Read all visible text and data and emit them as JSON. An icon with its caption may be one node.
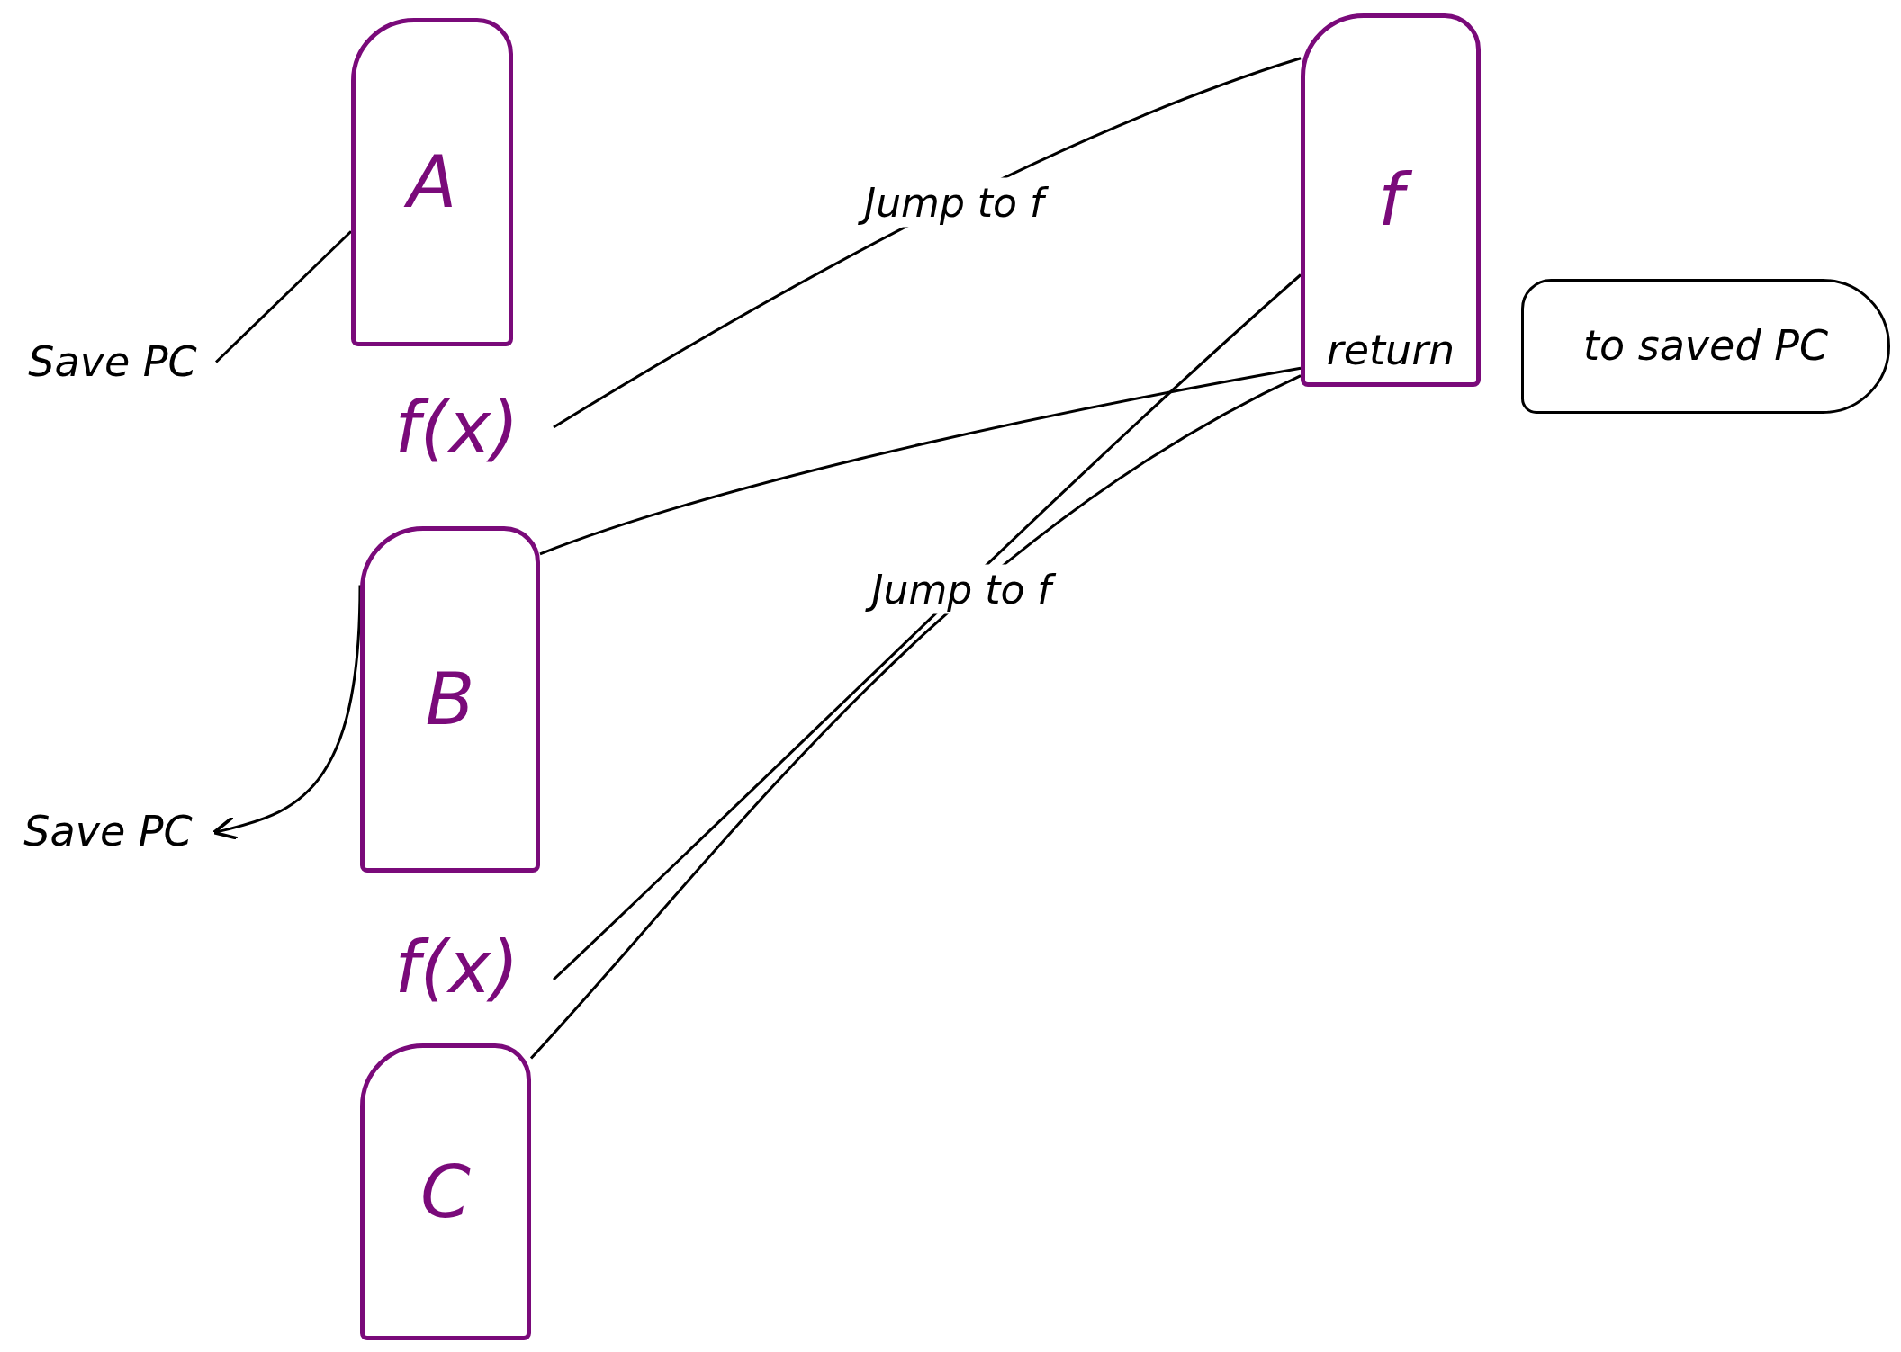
{
  "diagram": {
    "nodes": [
      {
        "text": [
          "Save PC"
        ]
      },
      {
        "text": [
          "A"
        ]
      },
      {
        "text": [
          "f(x)"
        ]
      },
      {
        "text": [
          "B"
        ]
      },
      {
        "text": [
          "Save PC"
        ]
      },
      {
        "text": [
          "f(x)"
        ]
      },
      {
        "text": [
          "C"
        ]
      },
      {
        "text": [
          "f",
          "return"
        ]
      },
      {
        "text": [
          "to saved PC"
        ]
      }
    ],
    "edges": [
      {
        "from": 0,
        "to": 1,
        "arrow": "none"
      },
      {
        "from": 2,
        "to": 7,
        "arrow": "none",
        "label": "Jump to f"
      },
      {
        "from": 7,
        "to": 3,
        "arrow": "none"
      },
      {
        "from": 3,
        "to": 4,
        "arrow": "to"
      },
      {
        "from": 5,
        "to": 7,
        "arrow": "none",
        "label": "Jump to f"
      },
      {
        "from": 7,
        "to": 6,
        "arrow": "none"
      }
    ]
  }
}
